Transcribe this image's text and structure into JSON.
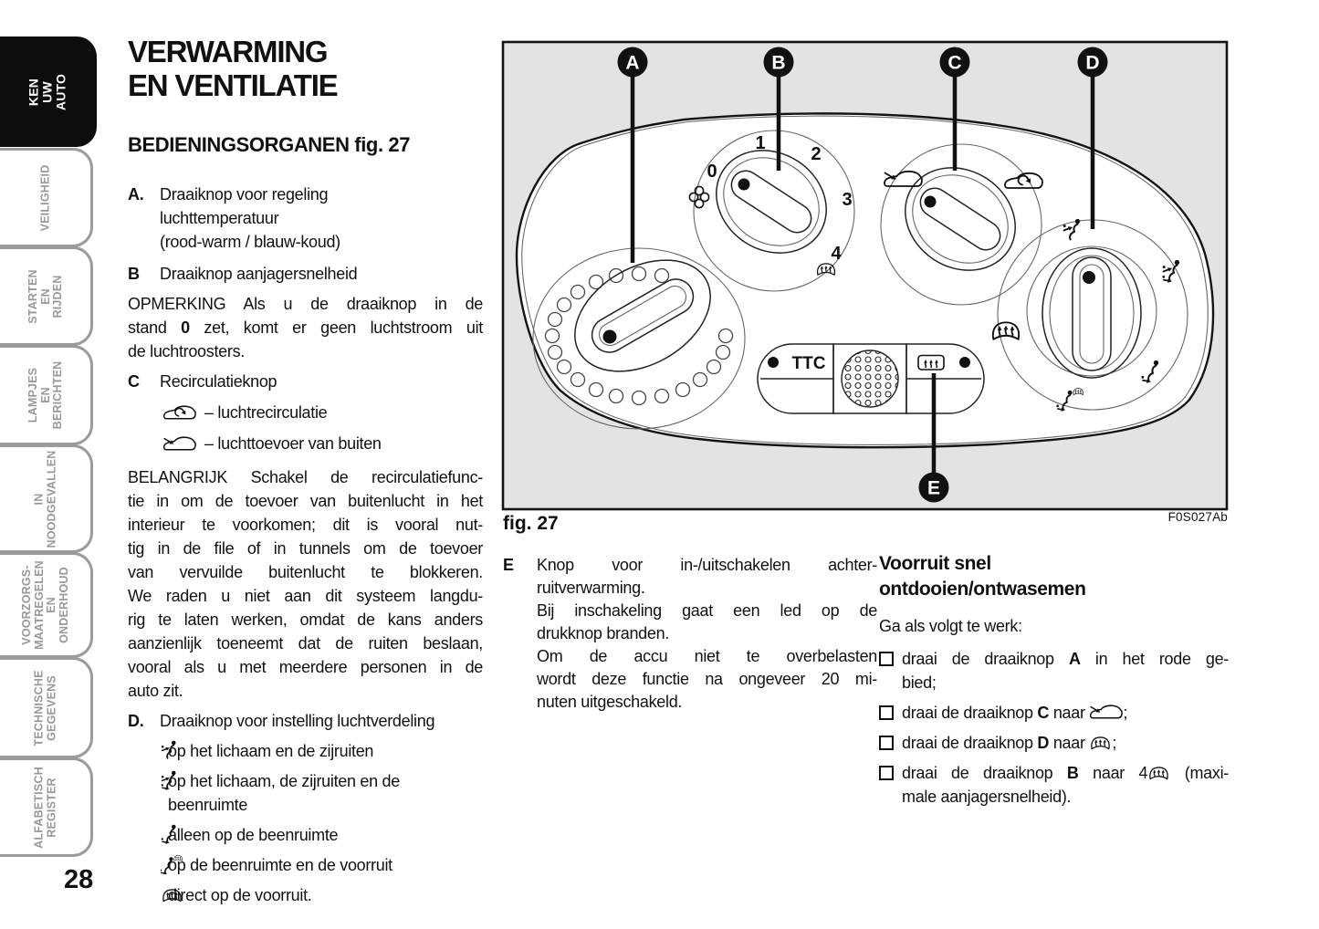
{
  "page": {
    "number": "28"
  },
  "sidebar": {
    "tabs": [
      {
        "label": "KEN UW\nAUTO",
        "active": true
      },
      {
        "label": "VEILIGHEID",
        "active": false
      },
      {
        "label": "STARTEN\nEN RIJDEN",
        "active": false
      },
      {
        "label": "LAMPJES\nEN BERICHTEN",
        "active": false
      },
      {
        "label": "IN\nNOODGEVALLEN",
        "active": false
      },
      {
        "label": "VOORZORGS-\nMAATREGELEN\nEN ONDERHOUD",
        "active": false
      },
      {
        "label": "TECHNISCHE\nGEGEVENS",
        "active": false
      },
      {
        "label": "ALFABETISCH\nREGISTER",
        "active": false
      }
    ]
  },
  "article": {
    "title": "VERWARMING\nEN VENTILATIE",
    "section_heading": "BEDIENINGSORGANEN fig. 27",
    "items": {
      "a_letter": "A.",
      "a_text": "Draaiknop voor regeling\nluchttemperatuur\n(rood-warm / blauw-koud)",
      "b_letter": "B",
      "b_text": "Draaiknop aanjagersnelheid",
      "c_letter": "C",
      "c_text": "Recirculatieknop",
      "d_letter": "D.",
      "d_text": "Draaiknop voor instelling luchtverdeling"
    },
    "opmerking": {
      "l1": "OPMERKING Als u de draaiknop in de",
      "l2a": "stand ",
      "l2b": "0",
      "l2c": " zet, komt er geen luchtstroom uit",
      "l3": "de luchtroosters."
    },
    "recirc_items": [
      {
        "icon": "car-recirculation-icon",
        "text": "– luchtrecirculatie"
      },
      {
        "icon": "car-outside-air-icon",
        "text": "– luchttoevoer van buiten"
      }
    ],
    "belangrijk": {
      "lines": [
        "BELANGRIJK Schakel de recirculatiefunc-",
        "tie in om de toevoer van buitenlucht in het",
        "interieur te voorkomen; dit is vooral nut-",
        "tig in de file of in tunnels om de toevoer",
        "van vervuilde buitenlucht te blokkeren.",
        "We raden u niet aan dit systeem langdu-",
        "rig te laten werken, omdat de kans anders",
        "aanzienlijk toeneemt dat de ruiten beslaan,",
        "vooral als u met meerdere personen in de",
        "auto zit."
      ]
    },
    "d_items": [
      {
        "icon": "air-to-body-icon",
        "text": "op het lichaam en de zijruiten"
      },
      {
        "icon": "air-to-body-and-feet-icon",
        "text": "op het lichaam, de zijruiten en de\nbeenruimte"
      },
      {
        "icon": "air-to-feet-icon",
        "text": "alleen op de beenruimte"
      },
      {
        "icon": "air-to-feet-and-windshield-icon",
        "text": "op de beenruimte en de voorruit"
      },
      {
        "icon": "windshield-defrost-icon",
        "text": "direct op de voorruit."
      }
    ]
  },
  "figure": {
    "caption": "fig. 27",
    "code": "F0S027Ab",
    "callouts": {
      "a": "A",
      "b": "B",
      "c": "C",
      "d": "D",
      "e": "E"
    },
    "fan_positions": [
      "0",
      "1",
      "2",
      "3",
      "4"
    ],
    "ttc_label": "TTC"
  },
  "e_section": {
    "letter": "E",
    "lines": [
      "Knop voor in-/uitschakelen achter-",
      "ruitverwarming.",
      "Bij inschakeling gaat een led op de",
      "drukknop branden.",
      "Om de accu niet te overbelasten",
      "wordt deze functie na ongeveer 20 mi-",
      "nuten uitgeschakeld."
    ]
  },
  "defrost_section": {
    "heading": "Voorruit snel\nontdooien/ontwasemen",
    "intro": "Ga als volgt te werk:",
    "steps": [
      {
        "pre": "draai de draaiknop ",
        "knob": "A",
        "post": " in het rode ge-",
        "cont": "bied;"
      },
      {
        "pre": "draai de draaiknop ",
        "knob": "C",
        "post": " naar ",
        "icon": "car-outside-air-icon",
        "tail": ";"
      },
      {
        "pre": "draai de draaiknop ",
        "knob": "D",
        "post": " naar ",
        "icon": "windshield-defrost-icon",
        "tail": ";"
      },
      {
        "pre": "draai de draaiknop ",
        "knob": "B",
        "post": " naar 4",
        "icon": "windshield-defrost-icon",
        "tail": " (maxi-",
        "cont": "male aanjagersnelheid)."
      }
    ]
  }
}
